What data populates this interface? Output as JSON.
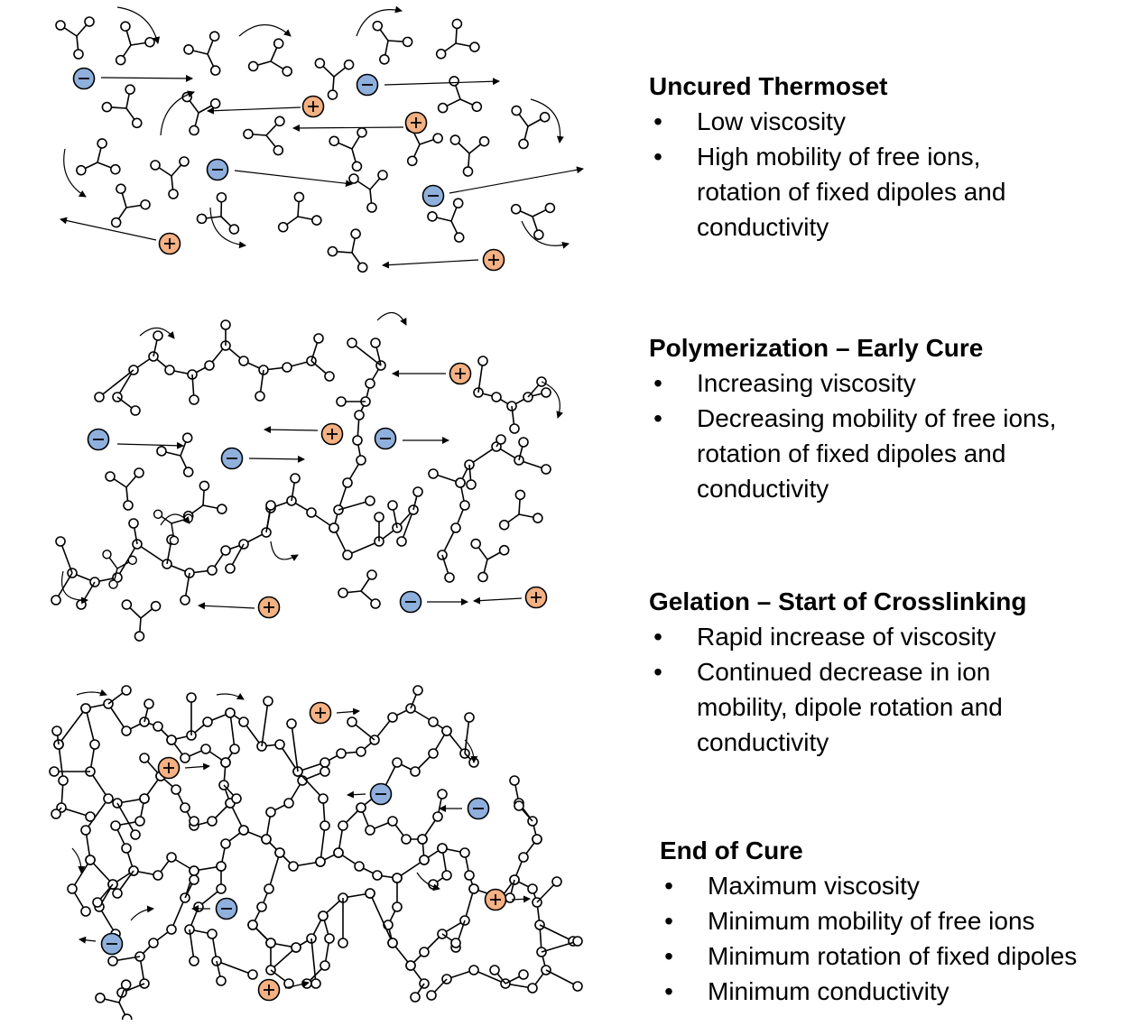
{
  "colors": {
    "negative_ion": "#8fb0dd",
    "positive_ion": "#f4b183",
    "outline": "#000000"
  },
  "panels": [
    {
      "title": "Uncured Thermoset",
      "bullets": [
        "Low viscosity",
        "High mobility of free ions, rotation of fixed dipoles and conductivity"
      ]
    },
    {
      "title": "Polymerization – Early Cure",
      "bullets": [
        "Increasing viscosity",
        "Decreasing mobility of free ions, rotation of fixed dipoles and conductivity"
      ]
    },
    {
      "title": "Gelation – Start of Crosslinking",
      "bullets": [
        "Rapid increase of viscosity",
        "Continued decrease in ion mobility, dipole rotation and conductivity"
      ]
    },
    {
      "title": "End of Cure",
      "bullets": [
        "Maximum viscosity",
        "Minimum mobility of free ions",
        "Minimum rotation of fixed dipoles",
        "Minimum conductivity"
      ]
    }
  ]
}
